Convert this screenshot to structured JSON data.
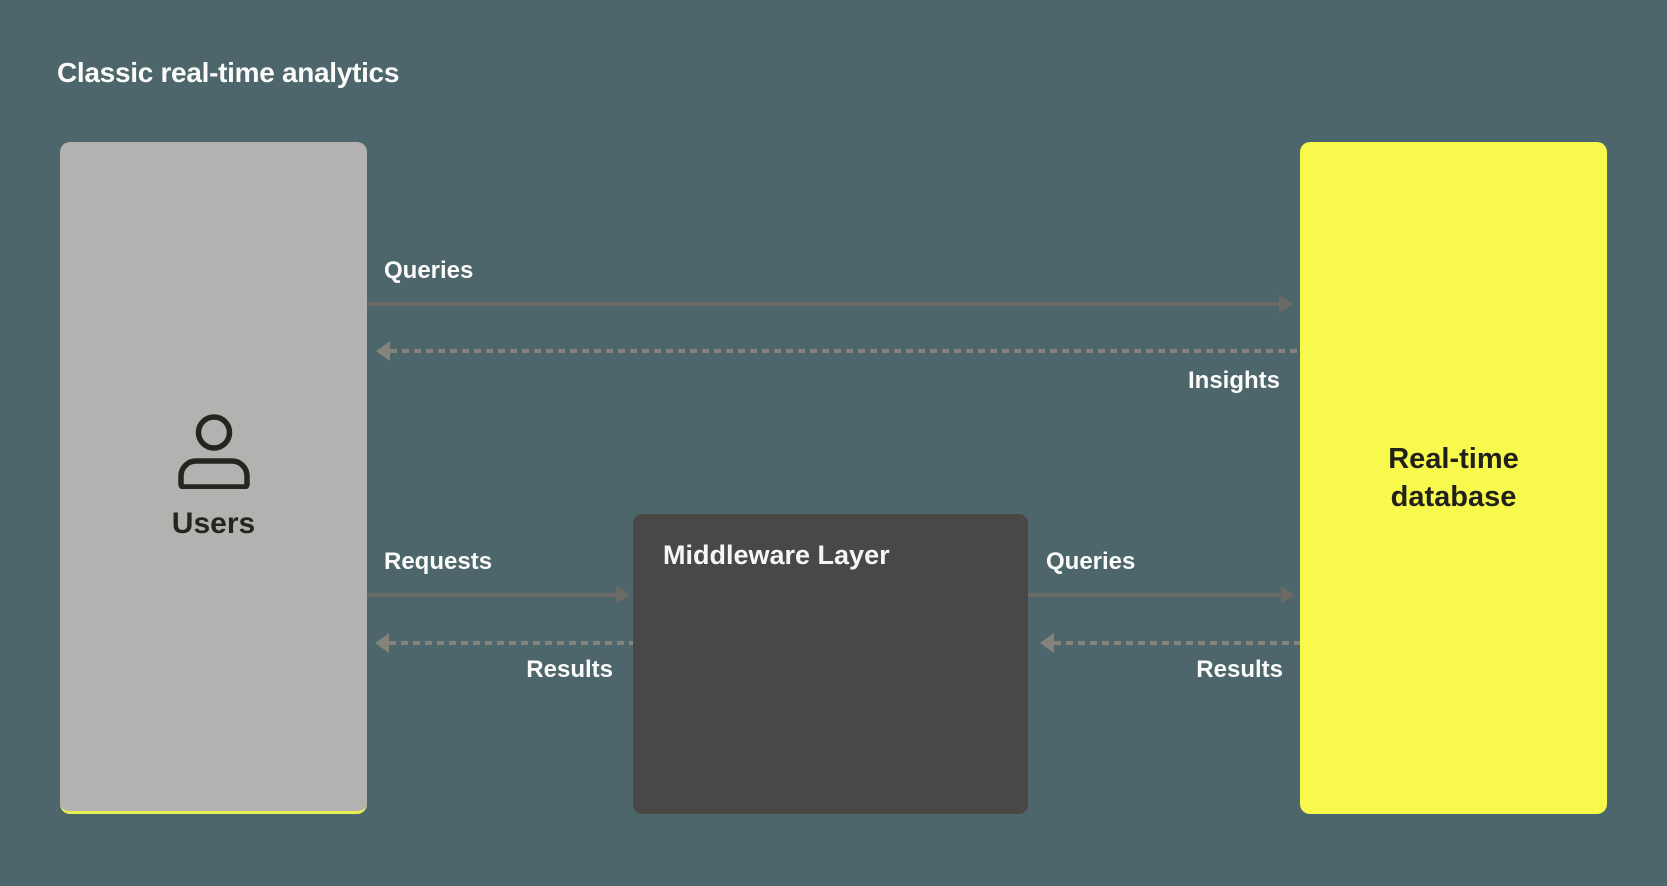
{
  "title": "Classic real-time analytics",
  "nodes": {
    "users": {
      "label": "Users",
      "icon": "person-icon"
    },
    "middleware": {
      "label": "Middleware Layer"
    },
    "database": {
      "label": "Real-time database"
    }
  },
  "arrows": [
    {
      "id": "users-to-database",
      "label": "Queries",
      "style": "solid",
      "direction": "right"
    },
    {
      "id": "database-to-users",
      "label": "Insights",
      "style": "dashed",
      "direction": "left"
    },
    {
      "id": "users-to-middleware",
      "label": "Requests",
      "style": "solid",
      "direction": "right"
    },
    {
      "id": "middleware-to-users",
      "label": "Results",
      "style": "dashed",
      "direction": "left"
    },
    {
      "id": "middleware-to-database",
      "label": "Queries",
      "style": "solid",
      "direction": "right"
    },
    {
      "id": "database-to-middleware",
      "label": "Results",
      "style": "dashed",
      "direction": "left"
    }
  ],
  "colors": {
    "background": "#4c666b",
    "users_box": "#b3b2b0",
    "users_box_bottom_accent": "#e6ee54",
    "middleware_box": "#4a4846",
    "database_box": "#f7fa4d",
    "solid_arrow": "#6b6a66",
    "dashed_arrow": "#85847c",
    "light_text": "#fbfbf9",
    "dark_text": "#262420"
  }
}
